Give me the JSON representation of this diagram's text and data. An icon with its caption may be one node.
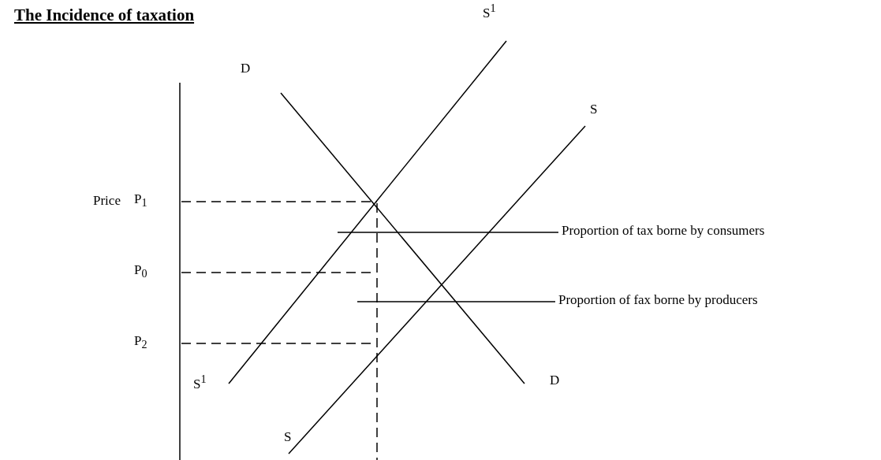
{
  "diagram": {
    "title": "The Incidence of taxation",
    "nodes": [
      {
        "text": [
          "Proportion of tax borne by consumers"
        ]
      },
      {
        "text": [
          "Proportion of fax borne by producers"
        ]
      }
    ],
    "edges": [
      {
        "from": 0,
        "to": null,
        "arrow": "none"
      },
      {
        "from": 1,
        "to": null,
        "arrow": "none"
      }
    ],
    "labels": [
      "S$^{1}$",
      "D",
      "S",
      "P$_{1}$",
      "Price",
      "P$_{0}$",
      "P$_{2}$",
      "S$^{1}$",
      "D",
      "S"
    ]
  }
}
